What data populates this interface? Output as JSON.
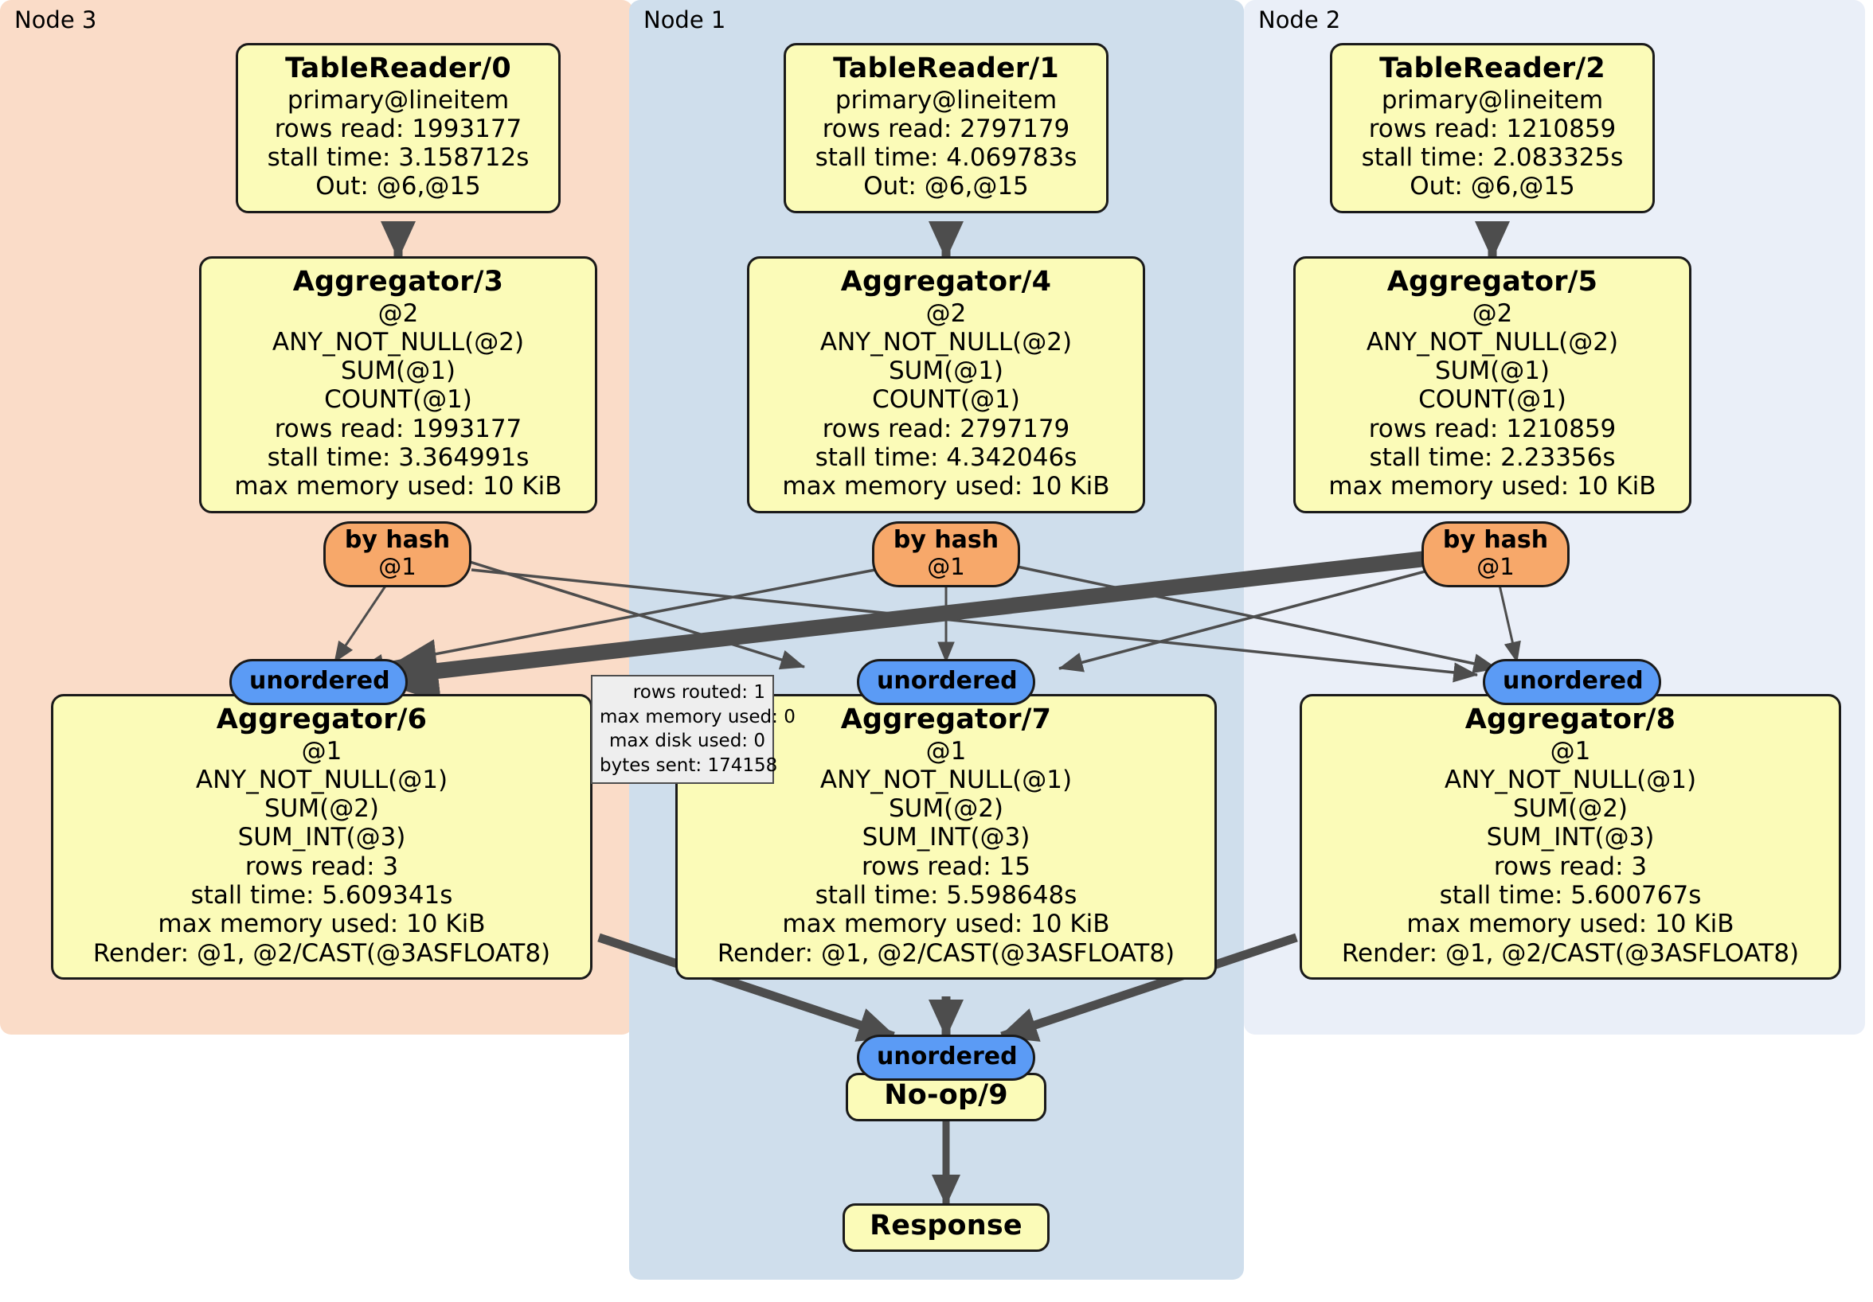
{
  "diagram": {
    "title": "Distributed query execution plan",
    "colors": {
      "node3_panel": "#fadcc8",
      "node1_panel": "#cfdeec",
      "node2_panel": "#eaeff8",
      "processor_fill": "#fbfbb8",
      "hash_router_fill": "#f7a86a",
      "unordered_fill": "#5b9bf5",
      "tooltip_fill": "#eeeeee",
      "edge_stroke": "#4d4d4d"
    }
  },
  "panels": [
    {
      "id": "node3",
      "label": "Node 3"
    },
    {
      "id": "node1",
      "label": "Node 1"
    },
    {
      "id": "node2",
      "label": "Node 2"
    }
  ],
  "processors": {
    "table_reader_0": {
      "title": "TableReader/0",
      "rows": [
        "primary@lineitem",
        "rows read: 1993177",
        "stall time: 3.158712s",
        "Out: @6,@15"
      ]
    },
    "table_reader_1": {
      "title": "TableReader/1",
      "rows": [
        "primary@lineitem",
        "rows read: 2797179",
        "stall time: 4.069783s",
        "Out: @6,@15"
      ]
    },
    "table_reader_2": {
      "title": "TableReader/2",
      "rows": [
        "primary@lineitem",
        "rows read: 1210859",
        "stall time: 2.083325s",
        "Out: @6,@15"
      ]
    },
    "aggregator_3": {
      "title": "Aggregator/3",
      "rows": [
        "@2",
        "ANY_NOT_NULL(@2)",
        "SUM(@1)",
        "COUNT(@1)",
        "rows read: 1993177",
        "stall time: 3.364991s",
        "max memory used: 10 KiB"
      ]
    },
    "aggregator_4": {
      "title": "Aggregator/4",
      "rows": [
        "@2",
        "ANY_NOT_NULL(@2)",
        "SUM(@1)",
        "COUNT(@1)",
        "rows read: 2797179",
        "stall time: 4.342046s",
        "max memory used: 10 KiB"
      ]
    },
    "aggregator_5": {
      "title": "Aggregator/5",
      "rows": [
        "@2",
        "ANY_NOT_NULL(@2)",
        "SUM(@1)",
        "COUNT(@1)",
        "rows read: 1210859",
        "stall time: 2.23356s",
        "max memory used: 10 KiB"
      ]
    },
    "aggregator_6": {
      "title": "Aggregator/6",
      "rows": [
        "@1",
        "ANY_NOT_NULL(@1)",
        "SUM(@2)",
        "SUM_INT(@3)",
        "rows read: 3",
        "stall time: 5.609341s",
        "max memory used: 10 KiB",
        "Render: @1, @2/CAST(@3ASFLOAT8)"
      ]
    },
    "aggregator_7": {
      "title": "Aggregator/7",
      "rows": [
        "@1",
        "ANY_NOT_NULL(@1)",
        "SUM(@2)",
        "SUM_INT(@3)",
        "rows read: 15",
        "stall time: 5.598648s",
        "max memory used: 10 KiB",
        "Render: @1, @2/CAST(@3ASFLOAT8)"
      ]
    },
    "aggregator_8": {
      "title": "Aggregator/8",
      "rows": [
        "@1",
        "ANY_NOT_NULL(@1)",
        "SUM(@2)",
        "SUM_INT(@3)",
        "rows read: 3",
        "stall time: 5.600767s",
        "max memory used: 10 KiB",
        "Render: @1, @2/CAST(@3ASFLOAT8)"
      ]
    },
    "noop_9": {
      "title": "No-op/9",
      "rows": []
    },
    "response": {
      "title": "Response",
      "rows": []
    }
  },
  "routers": {
    "hash_3": {
      "label": "by hash",
      "column": "@1"
    },
    "hash_4": {
      "label": "by hash",
      "column": "@1"
    },
    "hash_5": {
      "label": "by hash",
      "column": "@1"
    }
  },
  "streams": {
    "unordered_6": {
      "label": "unordered"
    },
    "unordered_7": {
      "label": "unordered"
    },
    "unordered_8": {
      "label": "unordered"
    },
    "unordered_9": {
      "label": "unordered"
    }
  },
  "stats_tooltip": {
    "lines": [
      "rows routed: 1",
      "max memory used: 0",
      "max disk used: 0",
      "bytes sent: 174158"
    ]
  }
}
